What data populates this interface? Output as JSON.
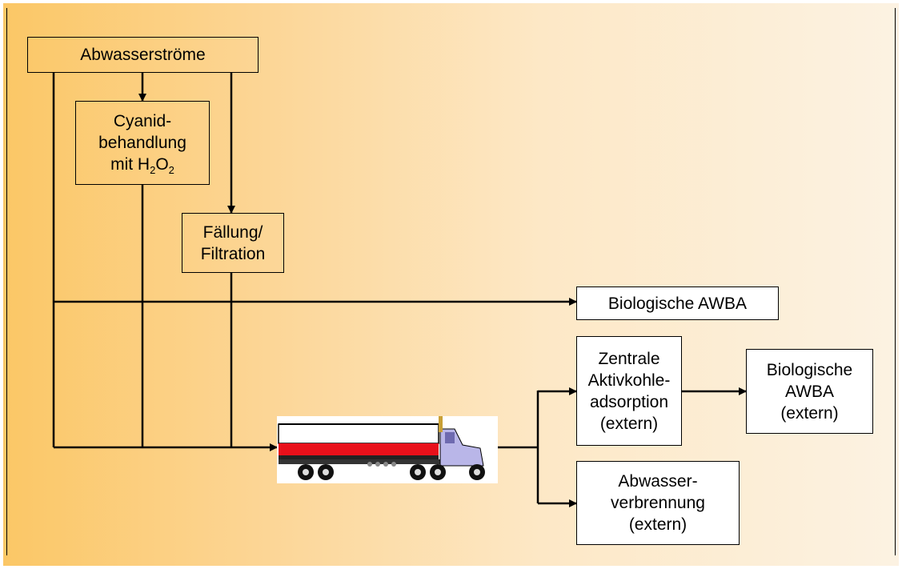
{
  "nodes": {
    "abwasserstroeme": {
      "label": "Abwasserströme"
    },
    "cyanid": {
      "line1": "Cyanid-",
      "line2": "behandlung",
      "line3_prefix": "mit H",
      "sub1": "2",
      "mid": "O",
      "sub2": "2"
    },
    "faellung": {
      "line1": "Fällung/",
      "line2": "Filtration"
    },
    "bio_awba": {
      "label": "Biologische AWBA"
    },
    "aktivkohle": {
      "line1": "Zentrale",
      "line2": "Aktivkohle-",
      "line3": "adsorption",
      "line4": "(extern)"
    },
    "bio_awba_extern": {
      "line1": "Biologische",
      "line2": "AWBA",
      "line3": "(extern)"
    },
    "verbrennung": {
      "line1": "Abwasser-",
      "line2": "verbrennung",
      "line3": "(extern)"
    },
    "truck": {
      "icon": "tanker-truck-icon"
    }
  },
  "colors": {
    "background_left": "#fbc766",
    "background_right": "#fcf2e2",
    "line": "#000000",
    "truck_red": "#e8101a",
    "truck_cab": "#b9b6e8"
  }
}
